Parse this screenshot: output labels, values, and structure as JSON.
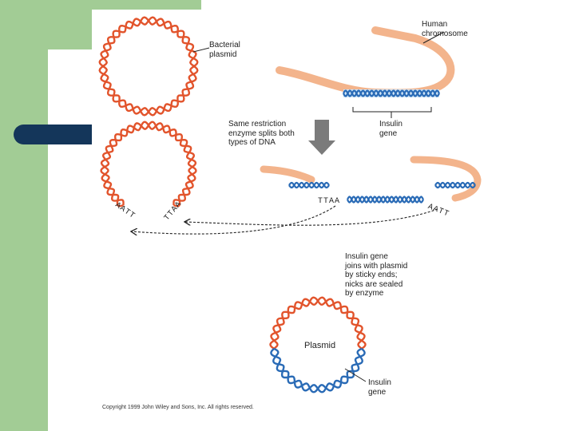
{
  "labels": {
    "bacterial_plasmid": "Bacterial\nplasmid",
    "human_chromosome": "Human\nchromosome",
    "restriction_enzyme": "Same restriction\nenzyme splits both\ntypes of DNA",
    "insulin_gene_top": "Insulin\ngene",
    "insulin_joins": "Insulin gene\njoins with plasmid\nby sticky ends;\nnicks are sealed\nby enzyme",
    "plasmid": "Plasmid",
    "insulin_gene_bottom": "Insulin\ngene"
  },
  "sticky_ends": {
    "gene_left": "TTAA",
    "gene_right": "AATT",
    "plasmid_left": "AATT",
    "plasmid_right": "TTAA"
  },
  "copyright": "Copyright 1999 John Wiley and Sons, Inc. All rights reserved.",
  "colors": {
    "accent_green": "#a2cc95",
    "bullet_navy": "#14365a",
    "plasmid_dna": "#e2542c",
    "insulin_dna": "#2a6bb6",
    "chromosome": "#f3b48c",
    "arrow_gray": "#7b7b7b"
  },
  "icons": [
    "down-arrow-icon",
    "dashed-arrow-icon"
  ]
}
